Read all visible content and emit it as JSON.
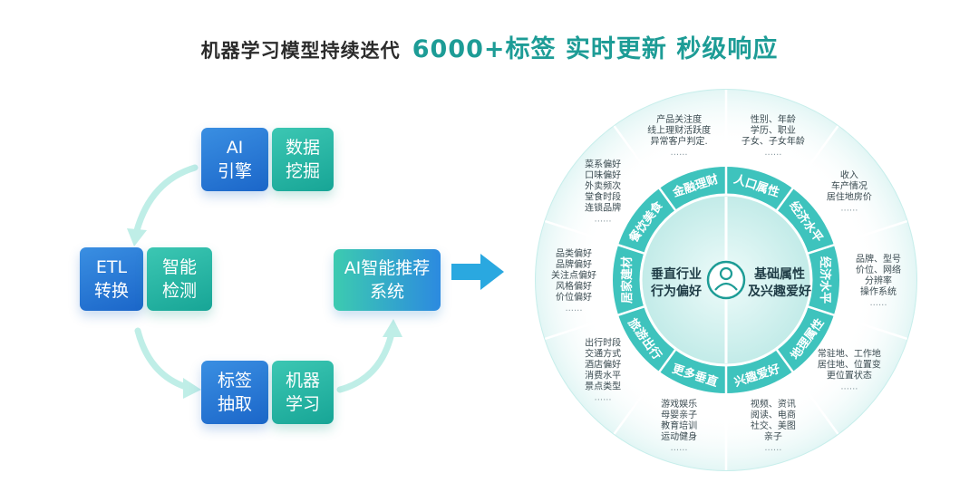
{
  "headline": {
    "prefix": "机器学习模型持续迭代",
    "highlight": "6000+标签 实时更新 秒级响应"
  },
  "flow": {
    "ai_engine": "AI\n引擎",
    "data_mining": "数据\n挖掘",
    "etl": "ETL\n转换",
    "smart_detect": "智能\n检测",
    "tag_extract": "标签\n抽取",
    "machine_learning": "机器\n学习",
    "ai_recommend": "AI智能推荐\n系统"
  },
  "wheel": {
    "center_left": [
      "垂直行业",
      "行为偏好"
    ],
    "center_right": [
      "基础属性",
      "及兴趣爱好"
    ],
    "ring_labels": [
      "人口属性",
      "经济水平",
      "经济水平",
      "地理属性",
      "兴趣爱好",
      "更多垂直",
      "旅游出行",
      "居家建材",
      "餐饮美食",
      "金融理财"
    ],
    "outer_texts": [
      [
        "性别、年龄",
        "学历、职业",
        "子女、子女年龄"
      ],
      [
        "收入",
        "车产情况",
        "居住地房价"
      ],
      [
        "品牌、型号",
        "价位、网络",
        "分辨率",
        "操作系统"
      ],
      [
        "常驻地、工作地",
        "居住地、位置变",
        "更位置状态"
      ],
      [
        "视频、资讯",
        "阅读、电商",
        "社交、美图",
        "亲子"
      ],
      [
        "游戏娱乐",
        "母婴亲子",
        "教育培训",
        "运动健身"
      ],
      [
        "出行时段",
        "交通方式",
        "酒店偏好",
        "消费水平",
        "景点类型"
      ],
      [
        "品类偏好",
        "品牌偏好",
        "关注点偏好",
        "风格偏好",
        "价位偏好"
      ],
      [
        "菜系偏好",
        "口味偏好",
        "外卖频次",
        "堂食时段",
        "连锁品牌"
      ],
      [
        "产品关注度",
        "线上理财活跃度",
        "异常客户判定."
      ]
    ],
    "ellipsis": "......"
  },
  "colors": {
    "accent": "#1d9c96",
    "blue": "#2b7fd8",
    "green": "#1fb3a2",
    "ring_outer": "#d6f2f0",
    "ring_mid": "#39c1bb",
    "ring_dark": "#20a3a6"
  }
}
